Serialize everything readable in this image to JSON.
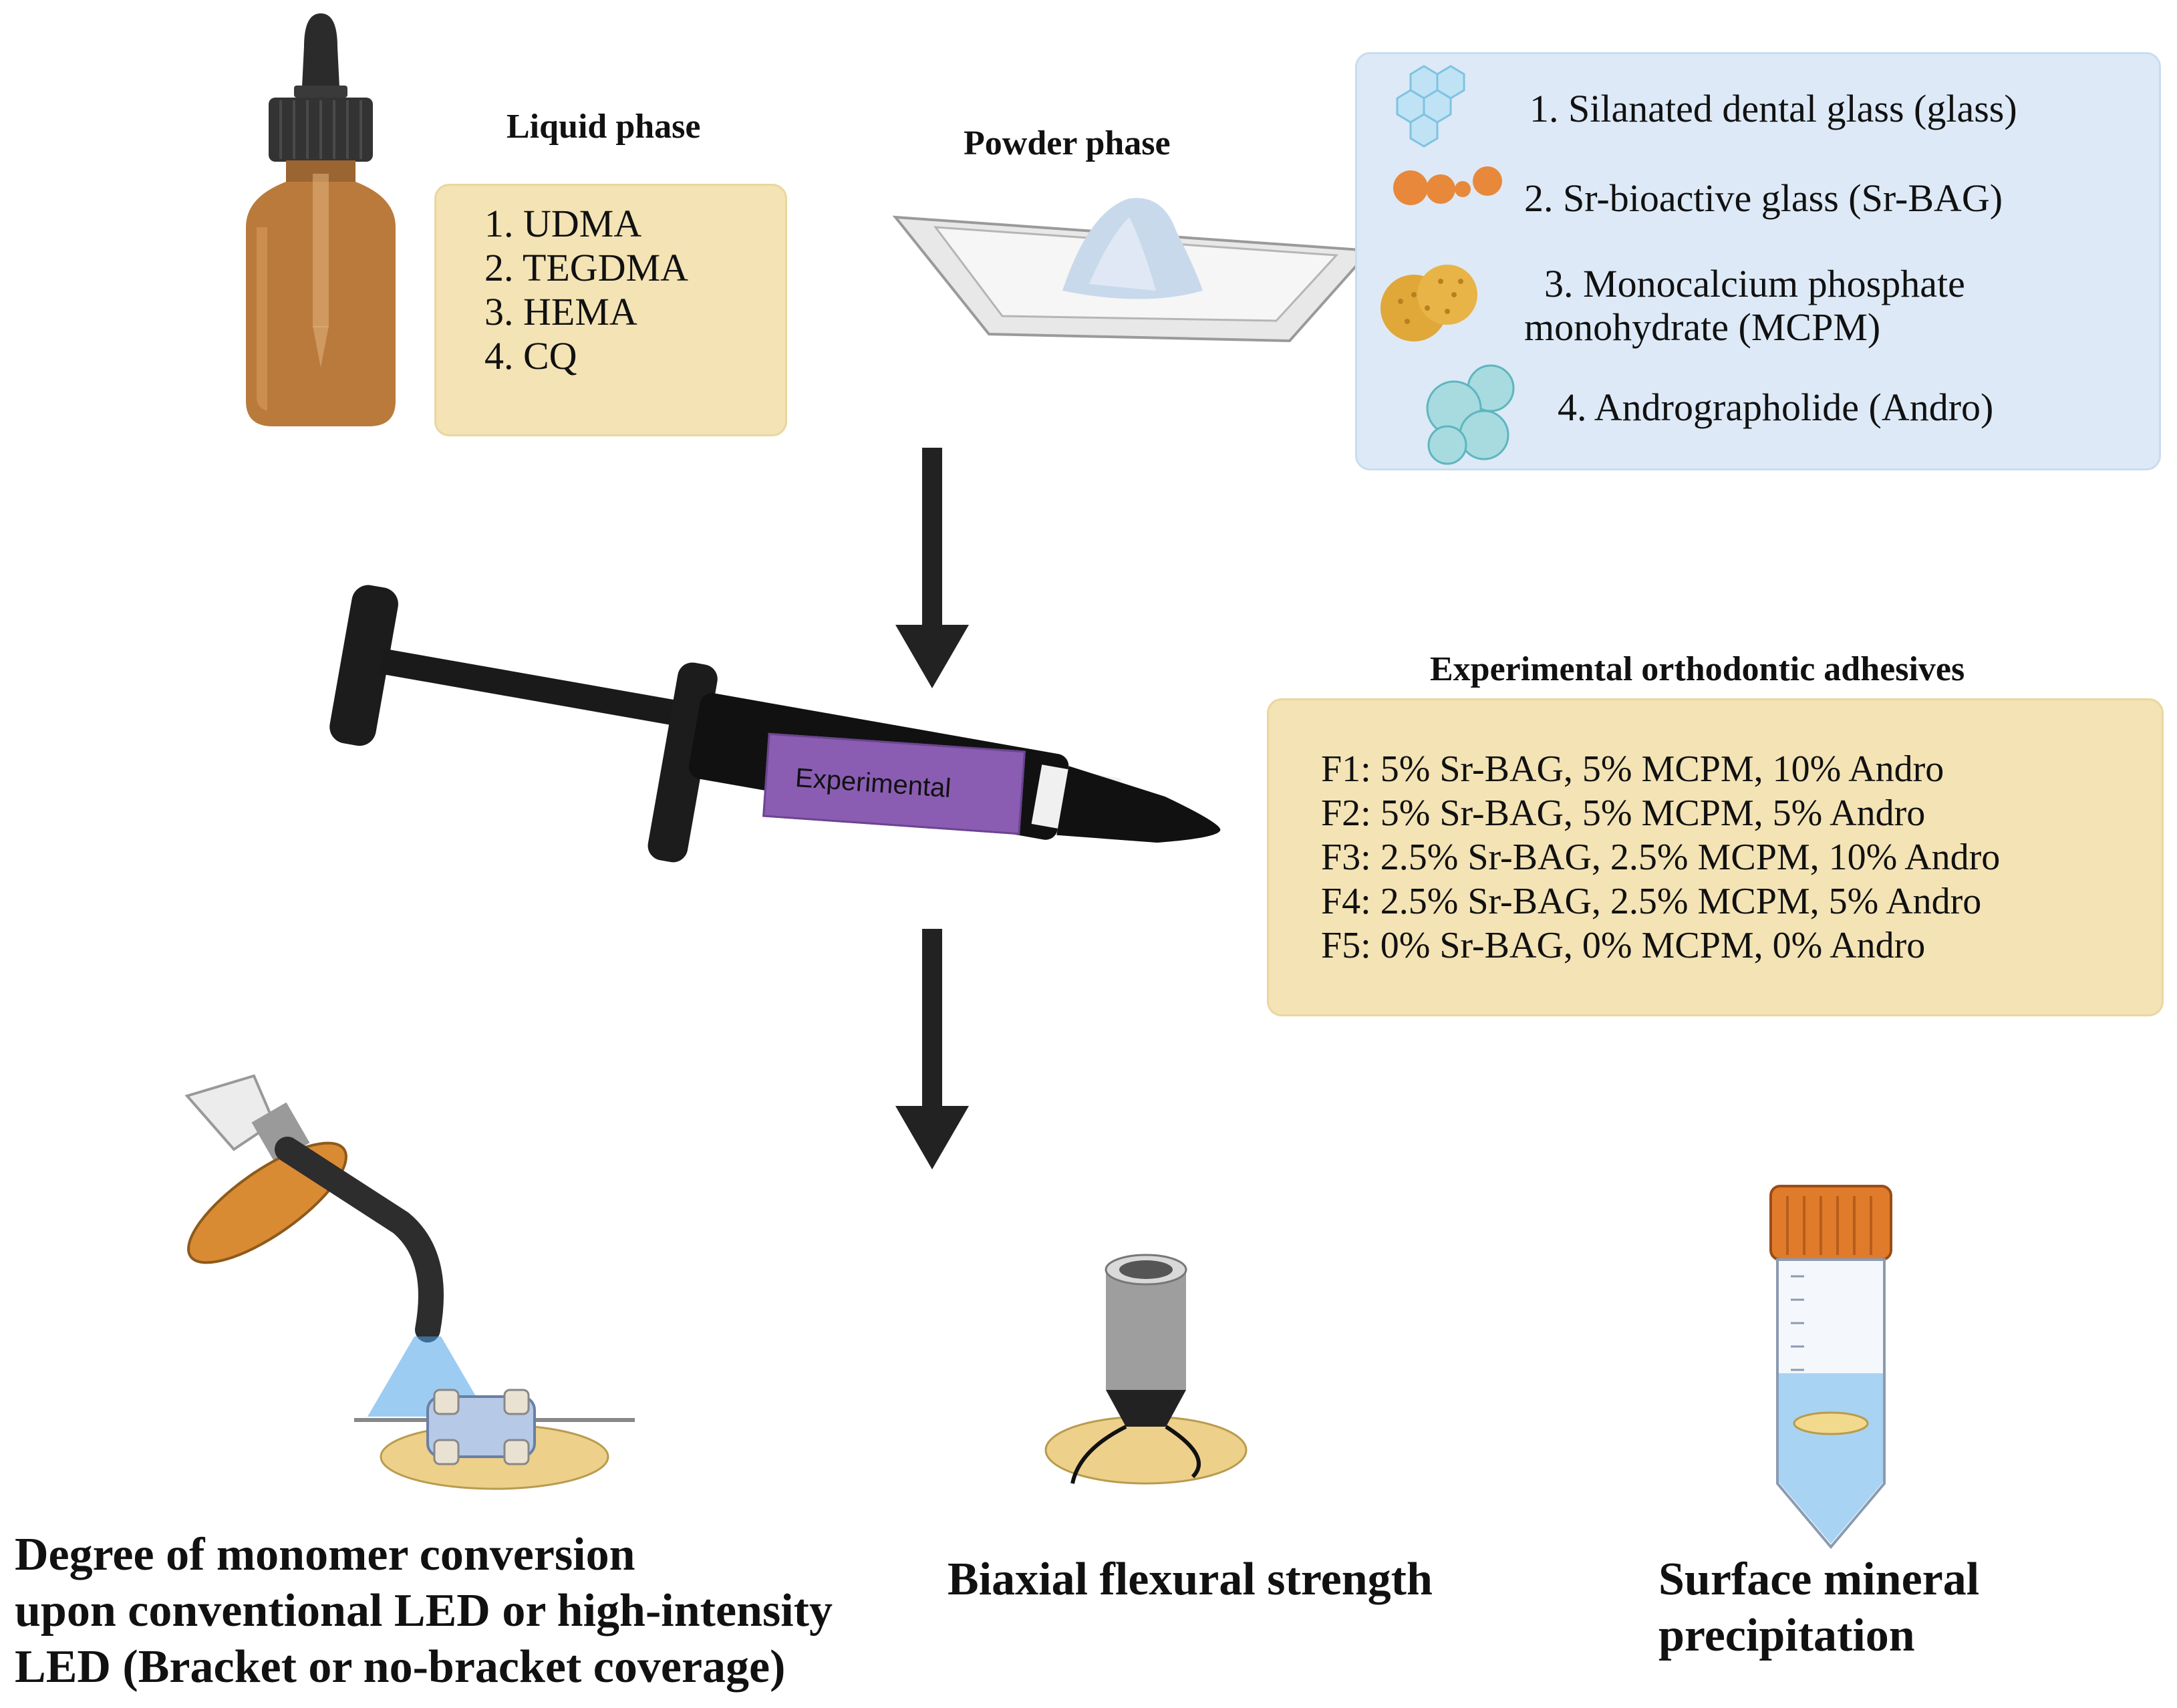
{
  "liquid": {
    "heading": "Liquid phase",
    "items": [
      "1.  UDMA",
      "2.  TEGDMA",
      "3.  HEMA",
      "4.  CQ"
    ]
  },
  "powder": {
    "heading": "Powder phase",
    "items": [
      "1. Silanated dental glass (glass)",
      "2. Sr-bioactive glass (Sr-BAG)",
      "3. Monocalcium phosphate",
      "monohydrate (MCPM)",
      "4. Andrographolide (Andro)"
    ]
  },
  "syringe": {
    "label": "Experimental"
  },
  "adhesives": {
    "heading": "Experimental orthodontic adhesives",
    "formulations": [
      "F1: 5% Sr-BAG, 5% MCPM, 10% Andro",
      "F2: 5% Sr-BAG, 5% MCPM, 5% Andro",
      "F3: 2.5% Sr-BAG, 2.5% MCPM, 10% Andro",
      "F4: 2.5% Sr-BAG, 2.5% MCPM, 5% Andro",
      "F5: 0% Sr-BAG, 0% MCPM, 0% Andro"
    ]
  },
  "tests": {
    "conversion": [
      "Degree of monomer conversion",
      "upon conventional LED or high-intensity",
      "LED (Bracket or no-bracket coverage)"
    ],
    "flexural": [
      "Biaxial flexural strength"
    ],
    "mineral": [
      "Surface mineral",
      "precipitation"
    ]
  },
  "colors": {
    "beige_box": "#f3e3b5",
    "blue_box": "#dde9f6",
    "syringe_label": "#8a5db3",
    "arrow": "#222222"
  }
}
